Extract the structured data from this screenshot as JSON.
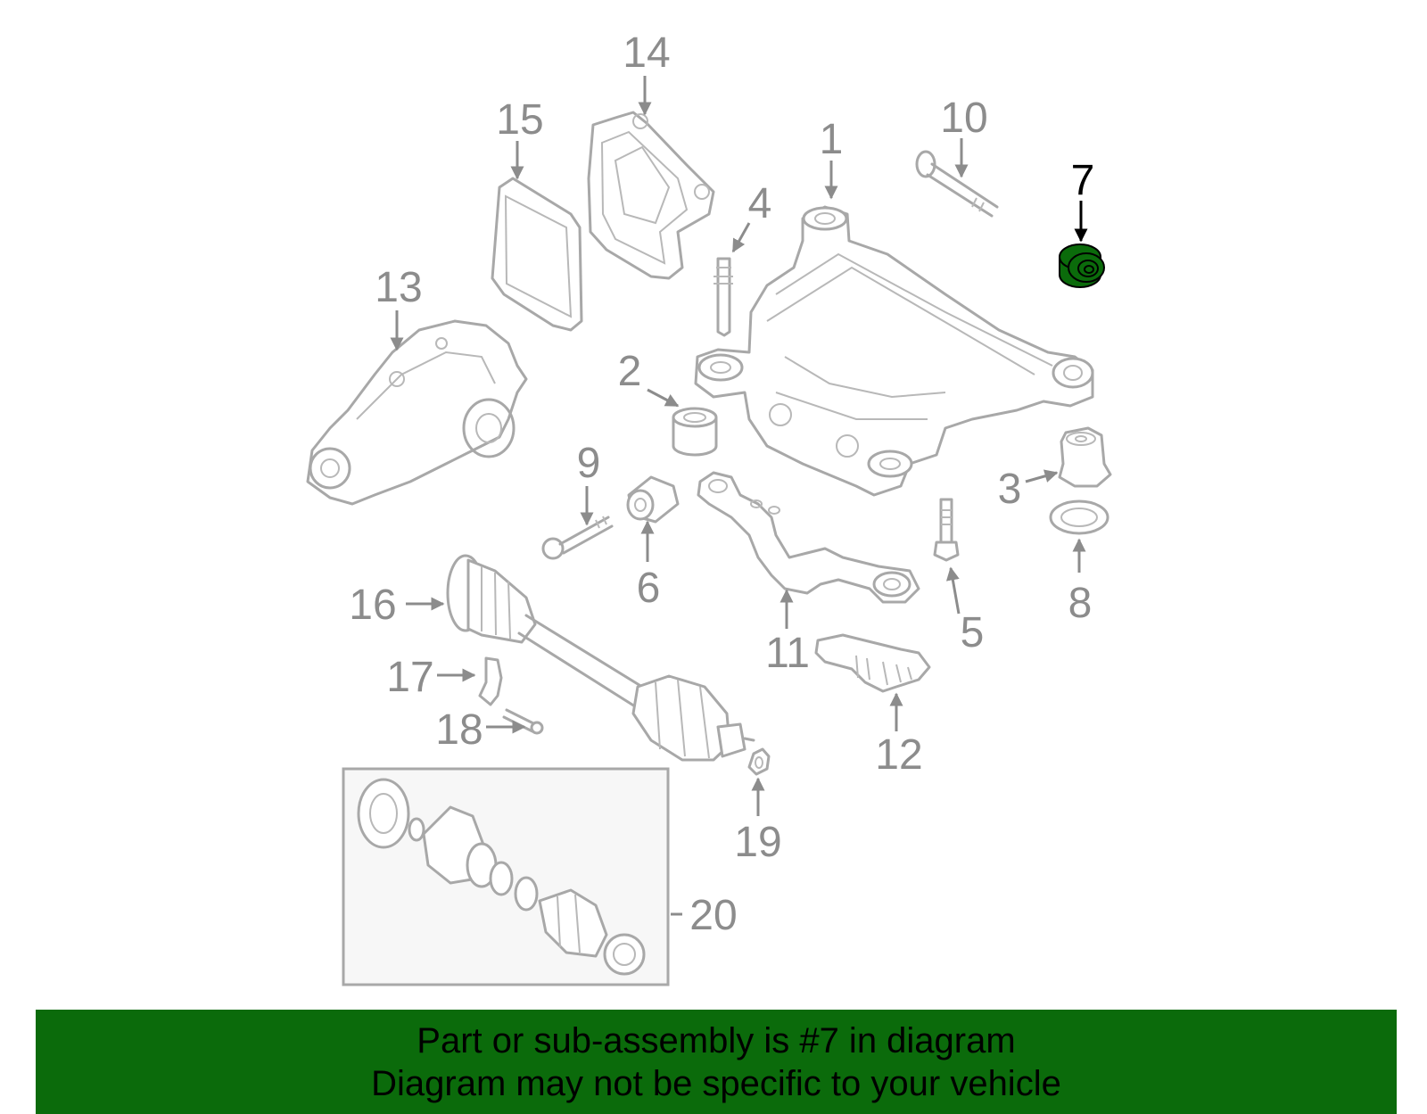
{
  "callouts": {
    "c1": "1",
    "c2": "2",
    "c3": "3",
    "c4": "4",
    "c5": "5",
    "c6": "6",
    "c7": "7",
    "c8": "8",
    "c9": "9",
    "c10": "10",
    "c11": "11",
    "c12": "12",
    "c13": "13",
    "c14": "14",
    "c15": "15",
    "c16": "16",
    "c17": "17",
    "c18": "18",
    "c19": "19",
    "c20": "20"
  },
  "highlight": {
    "part": "7",
    "color": "#0b6b0b"
  },
  "colors": {
    "banner": "#0b6b0b",
    "parts": "#a8a8a8",
    "labels": "#8c8c8c"
  },
  "banner": {
    "line1": "Part or sub-assembly is #7 in diagram",
    "line2": "Diagram may not be specific to your vehicle"
  }
}
